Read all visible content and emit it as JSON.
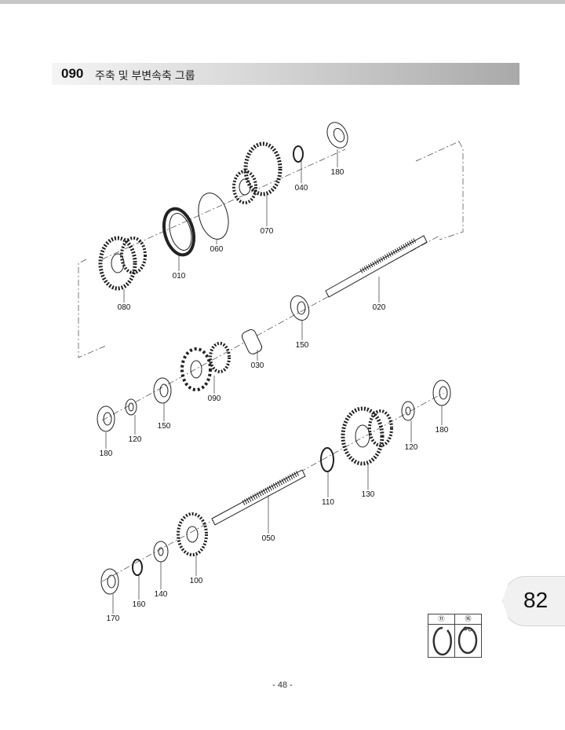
{
  "header": {
    "code": "090",
    "title": "주축 및 부변속축 그룹"
  },
  "parts": [
    {
      "label": "180"
    },
    {
      "label": "040"
    },
    {
      "label": "070"
    },
    {
      "label": "060"
    },
    {
      "label": "010"
    },
    {
      "label": "080"
    },
    {
      "label": "020"
    },
    {
      "label": "150"
    },
    {
      "label": "030"
    },
    {
      "label": "090"
    },
    {
      "label": "180"
    },
    {
      "label": "120"
    },
    {
      "label": "150"
    },
    {
      "label": "180"
    },
    {
      "label": "120"
    },
    {
      "label": "130"
    },
    {
      "label": "110"
    },
    {
      "label": "050"
    },
    {
      "label": "100"
    },
    {
      "label": "140"
    },
    {
      "label": "160"
    },
    {
      "label": "170"
    }
  ],
  "inset": {
    "left": "⑪",
    "right": "⑯"
  },
  "side_tab": "82",
  "page_number": "- 48 -"
}
